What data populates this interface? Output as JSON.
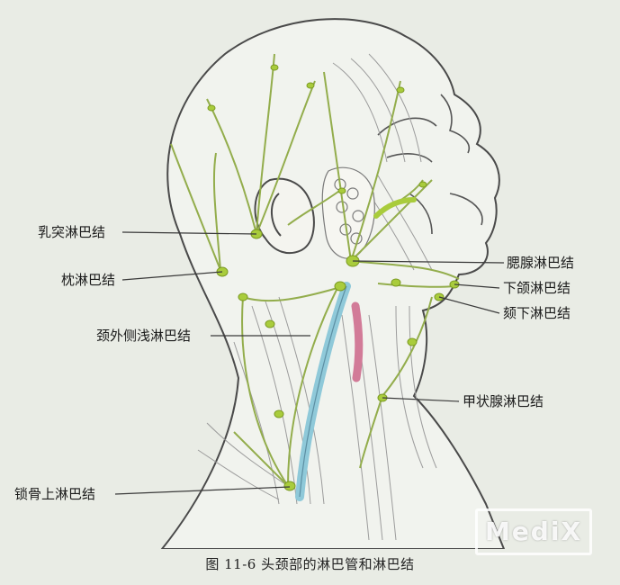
{
  "labels": {
    "mastoid": "乳突淋巴结",
    "occipital": "枕淋巴结",
    "superficial_cervical": "颈外侧浅淋巴结",
    "supraclavicular": "锁骨上淋巴结",
    "parotid": "腮腺淋巴结",
    "submandibular": "下颌淋巴结",
    "submental": "颏下淋巴结",
    "thyroid": "甲状腺淋巴结"
  },
  "caption": "图 11-6   头颈部的淋巴管和淋巴结",
  "watermark": "MediX",
  "colors": {
    "lymph_node": "#a9cc3c",
    "lymph_vessel": "#93ad4c",
    "duct": "#8fc9d9",
    "vessel_pink": "#d27b98",
    "line": "#3a3a3a"
  }
}
